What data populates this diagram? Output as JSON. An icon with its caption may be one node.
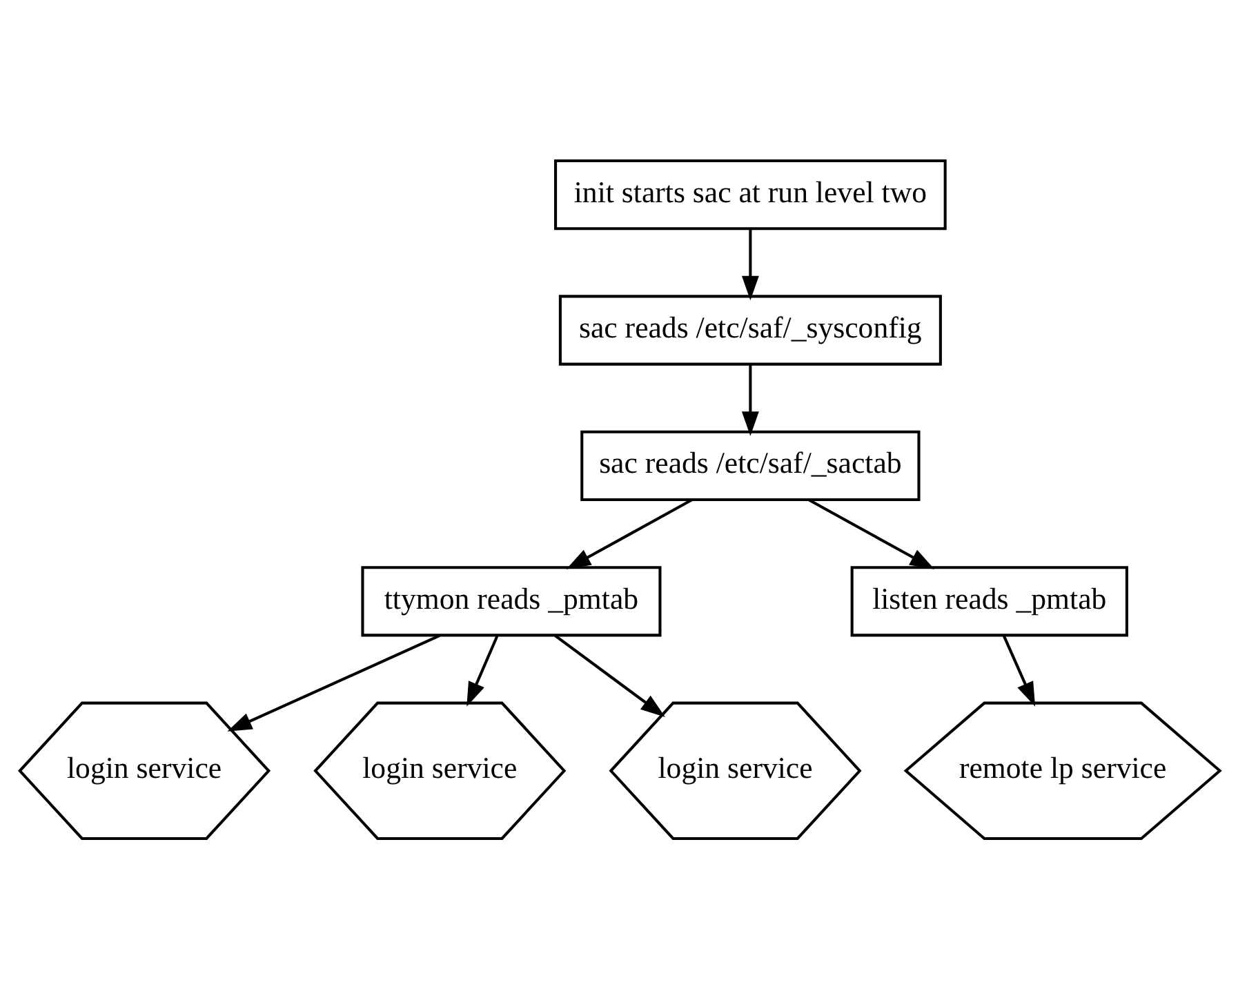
{
  "diagram": {
    "nodes": [
      {
        "text": [
          "init starts sac at run level two"
        ]
      },
      {
        "text": [
          "sac reads /etc/saf/_sysconfig"
        ]
      },
      {
        "text": [
          "sac reads /etc/saf/_sactab"
        ]
      },
      {
        "text": [
          "ttymon reads _pmtab"
        ]
      },
      {
        "text": [
          "listen reads _pmtab"
        ]
      },
      {
        "text": [
          "login service"
        ]
      },
      {
        "text": [
          "login service"
        ]
      },
      {
        "text": [
          "login service"
        ]
      },
      {
        "text": [
          "remote lp service"
        ]
      }
    ],
    "edges": [
      {
        "from": 0,
        "to": 1,
        "arrow": "to"
      },
      {
        "from": 1,
        "to": 2,
        "arrow": "to"
      },
      {
        "from": 2,
        "to": 3,
        "arrow": "to"
      },
      {
        "from": 2,
        "to": 4,
        "arrow": "to"
      },
      {
        "from": 3,
        "to": 5,
        "arrow": "to"
      },
      {
        "from": 3,
        "to": 6,
        "arrow": "to"
      },
      {
        "from": 3,
        "to": 7,
        "arrow": "to"
      },
      {
        "from": 4,
        "to": 8,
        "arrow": "to"
      }
    ]
  }
}
